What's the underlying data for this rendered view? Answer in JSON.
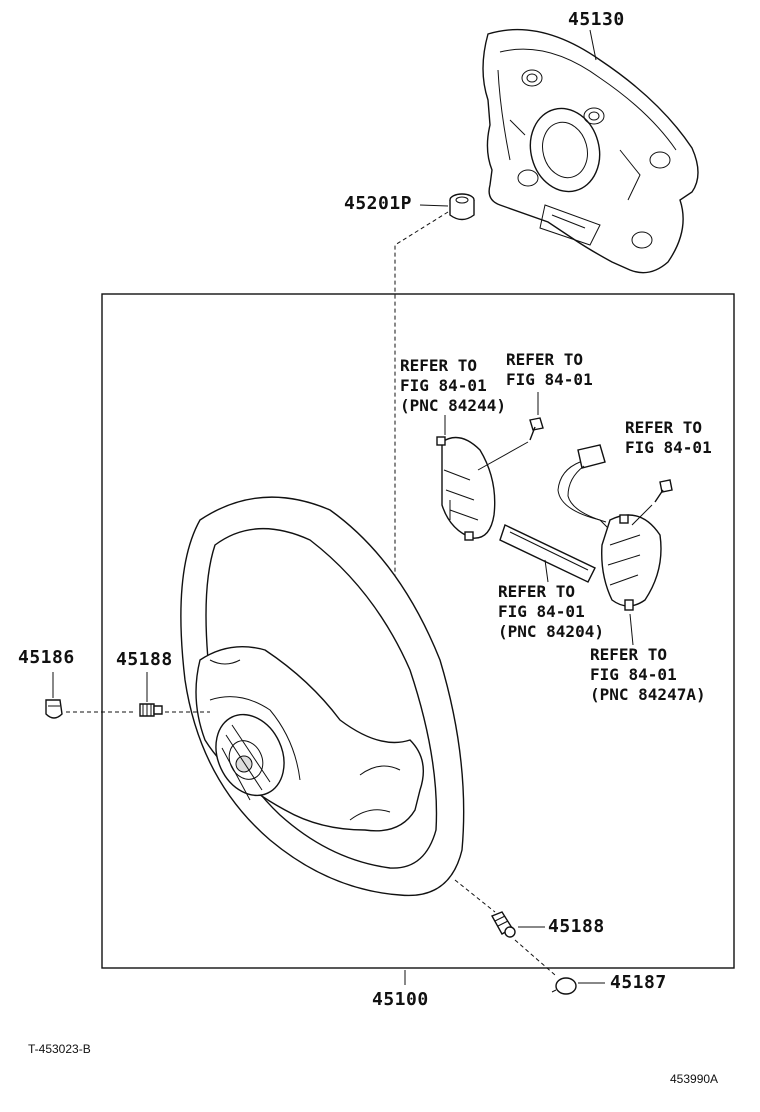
{
  "parts": {
    "p45130": "45130",
    "p45201p": "45201P",
    "p45186": "45186",
    "p45188_left": "45188",
    "p45188_right": "45188",
    "p45187": "45187",
    "p45100": "45100"
  },
  "references": {
    "ref_switch_left": [
      "REFER TO",
      "FIG 84-01",
      "(PNC 84244)"
    ],
    "ref_screw_left": [
      "REFER TO",
      "FIG 84-01"
    ],
    "ref_screw_right": [
      "REFER TO",
      "FIG 84-01"
    ],
    "ref_plate": [
      "REFER TO",
      "FIG 84-01",
      "(PNC 84204)"
    ],
    "ref_switch_right": [
      "REFER TO",
      "FIG 84-01",
      "(PNC 84247A)"
    ]
  },
  "codes": {
    "figure_code": "T-453023-B",
    "page_code": "453990A"
  }
}
